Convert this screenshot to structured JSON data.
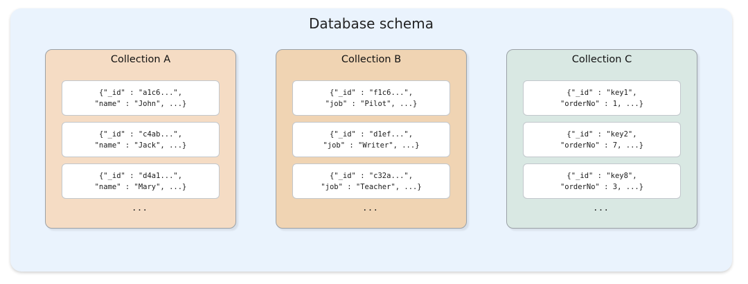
{
  "title": "Database schema",
  "colors": {
    "background": "#eaf3fd",
    "collection_a_fill": "#f5dcc4",
    "collection_b_fill": "#f0d4b3",
    "collection_c_fill": "#d9e8e3",
    "document_fill": "#ffffff"
  },
  "collections": [
    {
      "title": "Collection A",
      "documents": [
        [
          "{\"_id\" : \"a1c6...\",",
          "\"name\" : \"John\", ...}"
        ],
        [
          "{\"_id\" : \"c4ab...\",",
          "\"name\" : \"Jack\", ...}"
        ],
        [
          "{\"_id\" : \"d4a1...\",",
          "\"name\" : \"Mary\", ...}"
        ]
      ],
      "ellipsis": "..."
    },
    {
      "title": "Collection B",
      "documents": [
        [
          "{\"_id\" : \"f1c6...\",",
          "\"job\" : \"Pilot\", ...}"
        ],
        [
          "{\"_id\" : \"d1ef...\",",
          "\"job\" : \"Writer\", ...}"
        ],
        [
          "{\"_id\" : \"c32a...\",",
          "\"job\" : \"Teacher\", ...}"
        ]
      ],
      "ellipsis": "..."
    },
    {
      "title": "Collection C",
      "documents": [
        [
          "{\"_id\" : \"key1\",",
          "\"orderNo\" : 1, ...}"
        ],
        [
          "{\"_id\" : \"key2\",",
          "\"orderNo\" : 7, ...}"
        ],
        [
          "{\"_id\" : \"key8\",",
          "\"orderNo\" : 3, ...}"
        ]
      ],
      "ellipsis": "..."
    }
  ]
}
